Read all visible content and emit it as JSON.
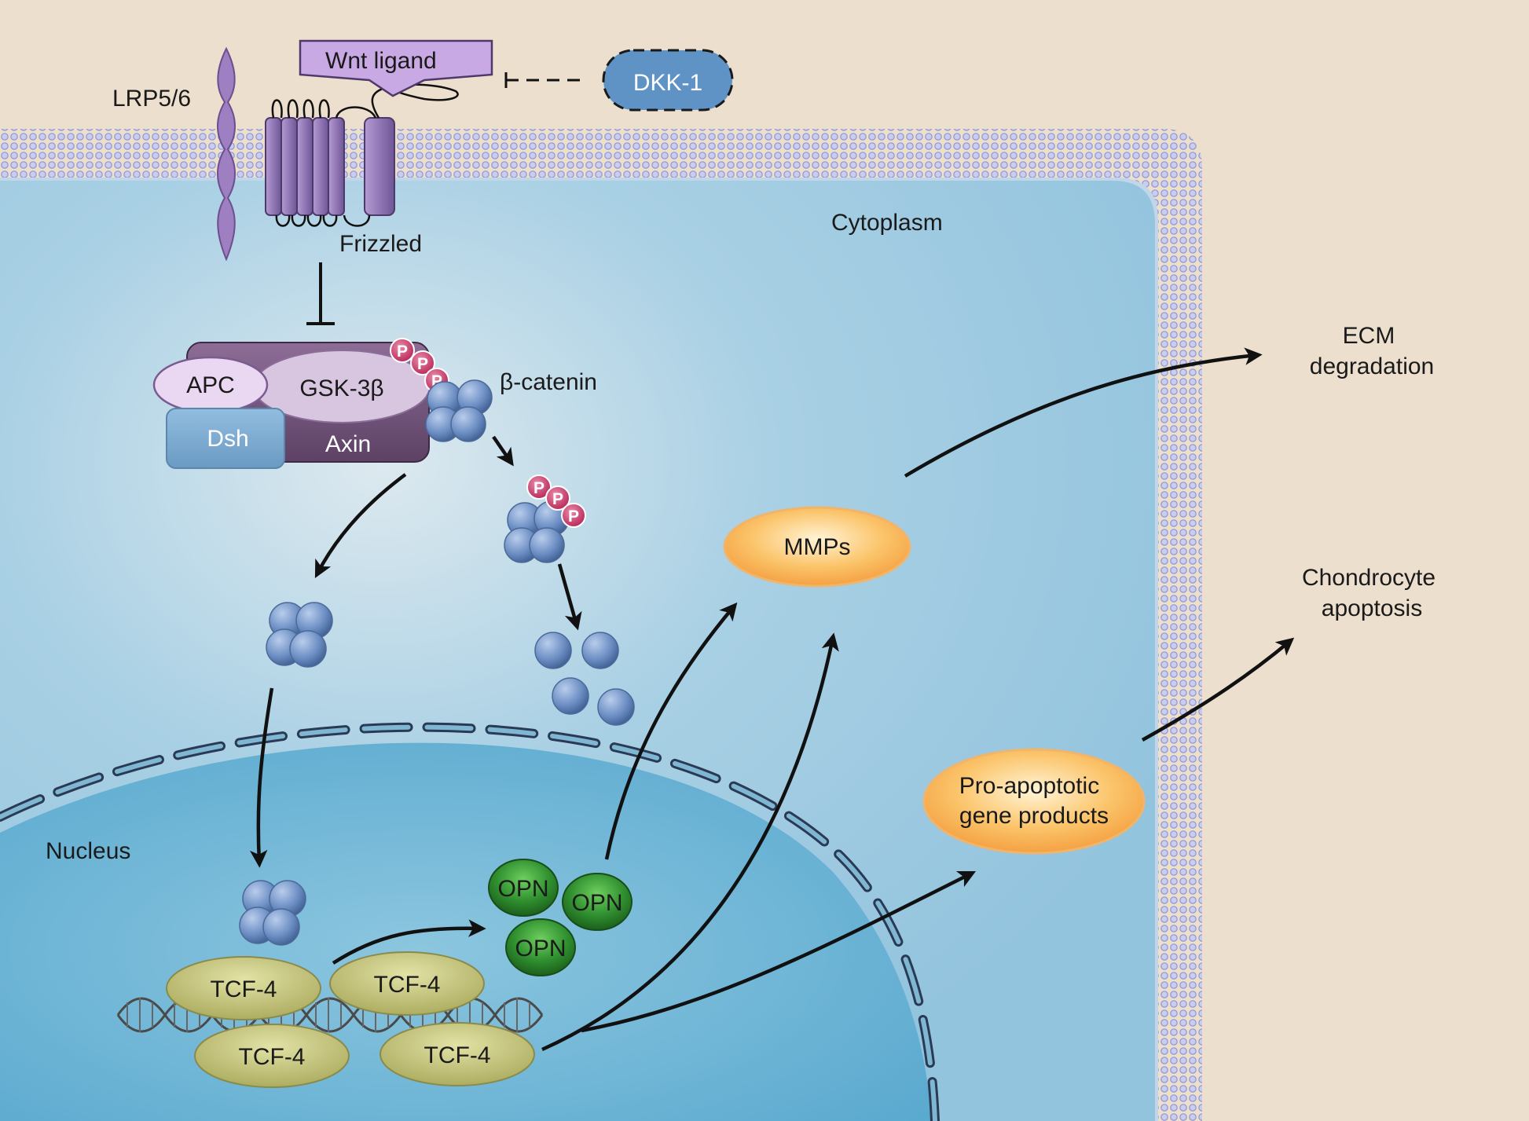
{
  "labels": {
    "wnt_ligand": "Wnt ligand",
    "dkk1": "DKK-1",
    "lrp56": "LRP5/6",
    "frizzled": "Frizzled",
    "cytoplasm": "Cytoplasm",
    "apc": "APC",
    "gsk3b": "GSK-3β",
    "dsh": "Dsh",
    "axin": "Axin",
    "beta_catenin": "β-catenin",
    "phospho": "P",
    "mmps": "MMPs",
    "ecm_line1": "ECM",
    "ecm_line2": "degradation",
    "chondro_line1": "Chondrocyte",
    "chondro_line2": "apoptosis",
    "proapop_line1": "Pro-apoptotic",
    "proapop_line2": "gene products",
    "nucleus": "Nucleus",
    "opn": "OPN",
    "tcf4": "TCF-4"
  },
  "colors": {
    "background": "#ecdfcd",
    "cytoplasm": "#9ecbe2",
    "nucleus": "#6fb6d6",
    "membrane": "#b9bfe6",
    "receptor": "#8e73b2",
    "destruction_complex": "#6d5077",
    "apc": "#ead7f2",
    "dsh": "#77a9cc",
    "beta_catenin": "#6d8fc4",
    "phospho": "#c8336b",
    "mmp_orange": "#f7a64a",
    "opn_green": "#2f8f2f",
    "tcf_olive": "#c2c27a"
  }
}
